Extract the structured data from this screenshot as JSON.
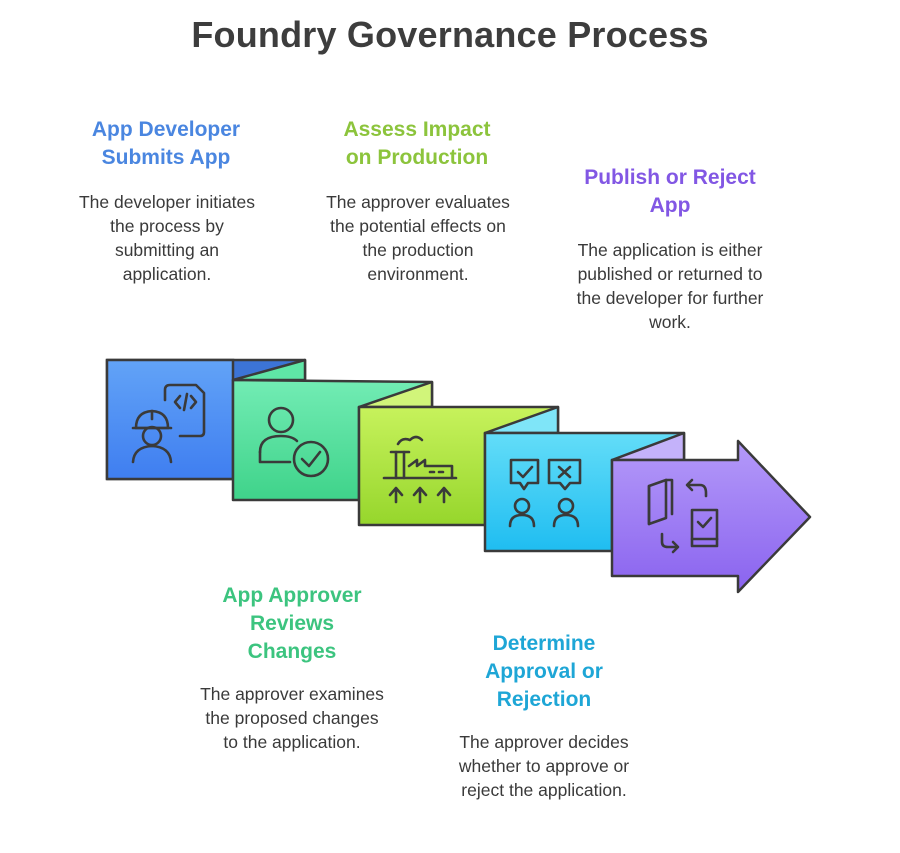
{
  "title": "Foundry Governance Process",
  "colors": {
    "blue": "#4a86e0",
    "green": "#3cc47f",
    "lime": "#8cc43c",
    "cyan": "#1ea6d6",
    "purple": "#8257e4"
  },
  "steps": [
    {
      "heading": "App Developer Submits App",
      "description": "The developer initiates the process by submitting an application.",
      "icon": "developer-code-icon"
    },
    {
      "heading": "App Approver Reviews Changes",
      "description": "The approver examines the proposed changes to the application.",
      "icon": "user-check-icon"
    },
    {
      "heading": "Assess Impact on Production",
      "description": "The approver evaluates the potential effects on the production environment.",
      "icon": "factory-impact-icon"
    },
    {
      "heading": "Determine Approval or Rejection",
      "description": "The approver decides whether to approve or reject the application.",
      "icon": "approve-reject-icon"
    },
    {
      "heading": "Publish or Reject App",
      "description": "The application is either published or returned to the developer for further work.",
      "icon": "publish-return-icon"
    }
  ]
}
